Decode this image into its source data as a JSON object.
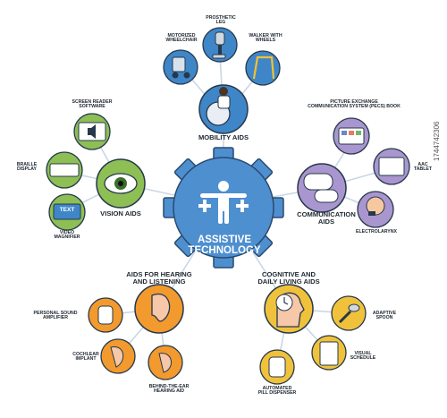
{
  "center": {
    "title": "ASSISTIVE\nTECHNOLOGY"
  },
  "categories": {
    "mobility": {
      "title": "MOBILITY AIDS",
      "items": {
        "prosthetic_leg": "PROSTHETIC\nLEG",
        "motorized_wheelchair": "MOTORIZED\nWHEELCHAIR",
        "walker": "WALKER WITH\nWHEELS"
      }
    },
    "communication": {
      "title": "COMMUNICATION\nAIDS",
      "items": {
        "pecs": "PICTURE EXCHANGE\nCOMMUNICATION SYSTEM (PECS) BOOK",
        "aac": "AAC\nTABLET",
        "electrolarynx": "ELECTROLARYNX"
      }
    },
    "vision": {
      "title": "VISION AIDS",
      "items": {
        "screen_reader": "SCREEN READER\nSOFTWARE",
        "braille": "BRAILLE\nDISPLAY",
        "magnifier": "VIDEO\nMAGNIFIER",
        "text_sign": "TEXT"
      }
    },
    "hearing": {
      "title": "AIDS FOR HEARING\nAND LISTENING",
      "items": {
        "amplifier": "PERSONAL SOUND\nAMPLIFIER",
        "cochlear": "COCHLEAR\nIMPLANT",
        "bte": "BEHIND-THE-EAR\nHEARING AID"
      }
    },
    "cognitive": {
      "title": "COGNITIVE AND\nDAILY LIVING AIDS",
      "items": {
        "spoon": "ADAPTIVE\nSPOON",
        "schedule": "VISUAL\nSCHEDULE",
        "pill": "AUTOMATED\nPILL DISPENSER"
      }
    }
  },
  "watermark": {
    "id": "1744742306"
  },
  "colors": {
    "gear": "#4e8fd0",
    "mobility": "#3f86c8",
    "communication": "#a996cf",
    "vision": "#8dbf55",
    "hearing": "#f29a2e",
    "cognitive": "#f0c23c",
    "line": "#c9d7e4"
  }
}
